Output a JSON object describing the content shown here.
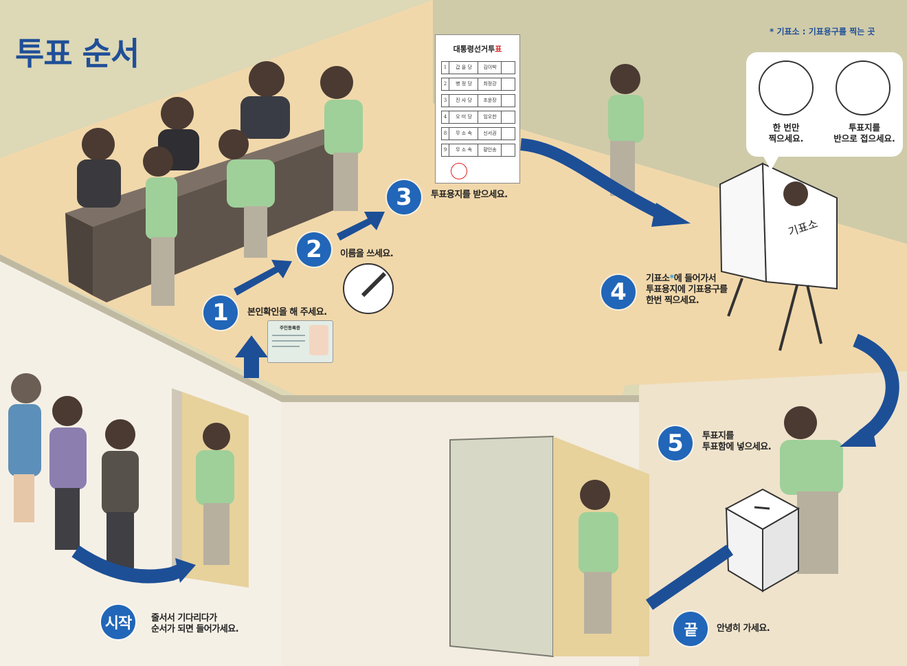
{
  "title": "투표 순서",
  "footnote": "* 기표소 : 기표용구를 찍는 곳",
  "colors": {
    "accent_blue": "#1f4f98",
    "circle_blue": "#2166b8",
    "arrow_blue": "#1d4f97",
    "background": "#ddd8b6",
    "floor": "#f0d5a6"
  },
  "steps": {
    "start": {
      "badge": "시작",
      "text_line1": "줄서서 기다리다가",
      "text_line2": "순서가 되면 들어가세요."
    },
    "s1": {
      "badge": "1",
      "text": "본인확인을 해 주세요."
    },
    "s2": {
      "badge": "2",
      "text": "이름을 쓰세요."
    },
    "s3": {
      "badge": "3",
      "text": "투표용지를 받으세요."
    },
    "s4": {
      "badge": "4",
      "line1_a": "기표소",
      "line1_star": "*",
      "line1_b": "에 들어가서",
      "line2": "투표용지에 기표용구를",
      "line3": "한번 찍으세요."
    },
    "s5": {
      "badge": "5",
      "text_line1": "투표지를",
      "text_line2": "투표함에 넣으세요."
    },
    "end": {
      "badge": "끝",
      "text": "안녕히 가세요."
    }
  },
  "bubble": {
    "tip1_line1": "한 번만",
    "tip1_line2": "찍으세요.",
    "tip2_line1": "투표지를",
    "tip2_line2": "반으로 접으세요."
  },
  "booth_label": "기표소",
  "ballot": {
    "title": "대통령선거투",
    "title_stamp": "표",
    "rows": [
      {
        "num": "1",
        "party": "갑 을 당",
        "candidate": "김이박"
      },
      {
        "num": "2",
        "party": "병 정 당",
        "candidate": "최정강"
      },
      {
        "num": "3",
        "party": "진 사 당",
        "candidate": "조윤장"
      },
      {
        "num": "4",
        "party": "오 미 당",
        "candidate": "임오한"
      },
      {
        "num": "8",
        "party": "무 소 속",
        "candidate": "신서권"
      },
      {
        "num": "9",
        "party": "무 소 속",
        "candidate": "황인송"
      }
    ]
  },
  "id_card": {
    "header": "주민등록증"
  }
}
